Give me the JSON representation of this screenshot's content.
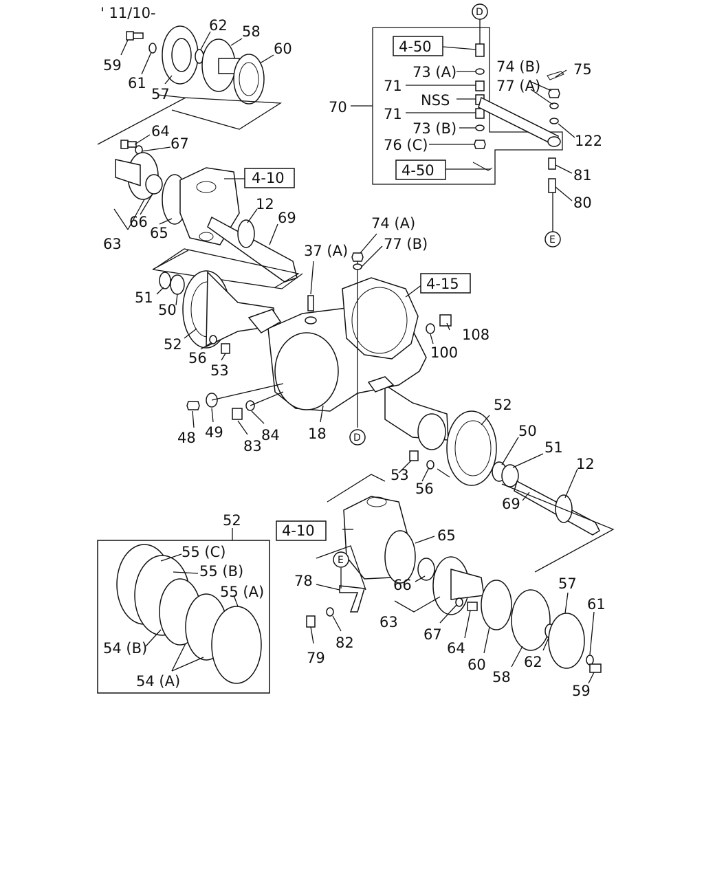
{
  "date_code": "' 11/10-",
  "ref_boxes": {
    "r450_top": "4-50",
    "r450_bottom": "4-50",
    "r410_upper": "4-10",
    "r410_lower": "4-10",
    "r415": "4-15"
  },
  "circle_refs": {
    "d_top": "D",
    "d_bottom": "D",
    "e_right": "E",
    "e_lower": "E"
  },
  "labels": {
    "l59a": "59",
    "l61a": "61",
    "l57a": "57",
    "l62a": "62",
    "l58a": "58",
    "l60a": "60",
    "l64a": "64",
    "l67a": "67",
    "l63a": "63",
    "l66a": "66",
    "l65a": "65",
    "l12a": "12",
    "l69a": "69",
    "l70": "70",
    "l73a": "73 (A)",
    "l71a": "71",
    "lnss": "NSS",
    "l71b": "71",
    "l73b": "73 (B)",
    "l76c": "76 (C)",
    "l74b": "74 (B)",
    "l75": "75",
    "l77a": "77 (A)",
    "l122": "122",
    "l81": "81",
    "l80": "80",
    "l74a": "74 (A)",
    "l77b": "77 (B)",
    "l37a": "37 (A)",
    "l51a": "51",
    "l50a": "50",
    "l52a": "52",
    "l56a": "56",
    "l53a": "53",
    "l108": "108",
    "l100": "100",
    "l48": "48",
    "l49": "49",
    "l83": "83",
    "l84": "84",
    "l18": "18",
    "l52b": "52",
    "l50b": "50",
    "l51b": "51",
    "l12b": "12",
    "l53b": "53",
    "l56b": "56",
    "l69b": "69",
    "l65b": "65",
    "l66b": "66",
    "l63b": "63",
    "l67b": "67",
    "l64b": "64",
    "l60b": "60",
    "l58b": "58",
    "l62b": "62",
    "l57b": "57",
    "l61b": "61",
    "l59b": "59",
    "l78": "78",
    "l79": "79",
    "l82": "82",
    "l52c": "52",
    "l55c": "55 (C)",
    "l55b": "55 (B)",
    "l55a": "55 (A)",
    "l54b": "54 (B)",
    "l54a": "54 (A)"
  }
}
